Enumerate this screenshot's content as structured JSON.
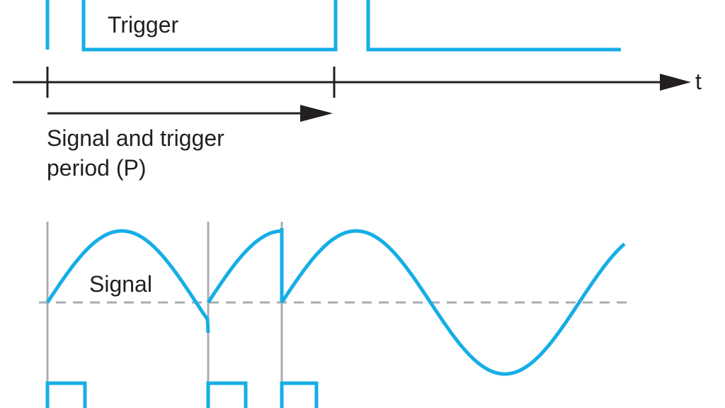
{
  "colors": {
    "waveform": "#15aee6",
    "axis": "#231f20",
    "gridline": "#a7adb2",
    "zero_line": "#a7adb2",
    "background": "#ffffff"
  },
  "labels": {
    "trigger": "Trigger",
    "time_axis": "t",
    "period_line1": "Signal and trigger",
    "period_line2": "period (P)",
    "signal": "Signal"
  }
}
